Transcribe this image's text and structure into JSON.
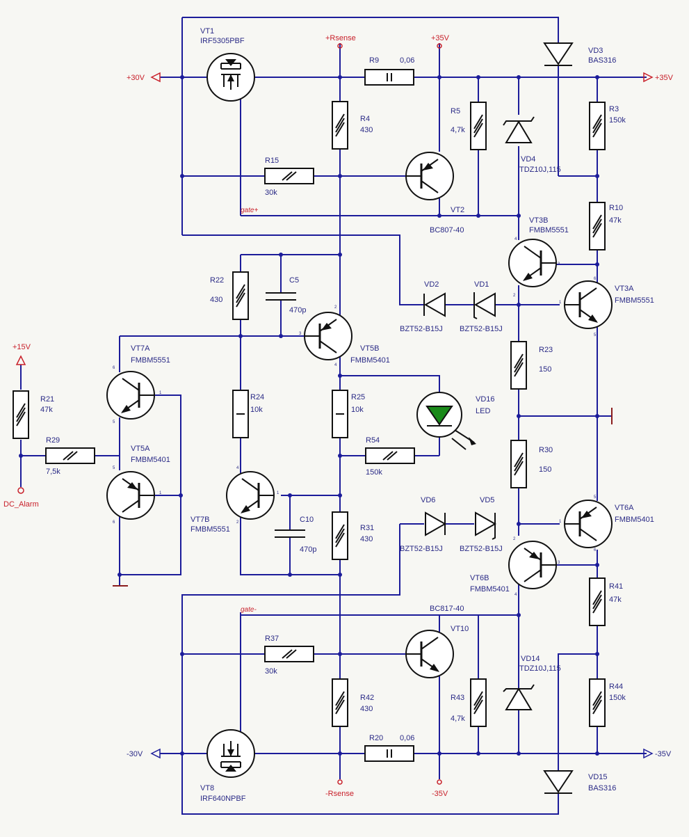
{
  "title": "",
  "power": {
    "p30": "+30V",
    "p35_right": "+35V",
    "p35_top": "+35V",
    "n30": "-30V",
    "n35_right": "-35V",
    "n35_bottom": "-35V",
    "p15": "+15V",
    "dc_alarm": "DC_Alarm",
    "rsense_p": "+Rsense",
    "rsense_n": "-Rsense"
  },
  "nets": {
    "gate_p": "gate+",
    "gate_n": "gate-"
  },
  "resistors": [
    {
      "ref": "R9",
      "value": "0,06"
    },
    {
      "ref": "R4",
      "value": "430"
    },
    {
      "ref": "R5",
      "value": "4,7k"
    },
    {
      "ref": "R3",
      "value": "150k"
    },
    {
      "ref": "R15",
      "value": "30k"
    },
    {
      "ref": "R10",
      "value": "47k"
    },
    {
      "ref": "R22",
      "value": "430"
    },
    {
      "ref": "R21",
      "value": "47k"
    },
    {
      "ref": "R29",
      "value": "7,5k"
    },
    {
      "ref": "R24",
      "value": "10k"
    },
    {
      "ref": "R25",
      "value": "10k"
    },
    {
      "ref": "R54",
      "value": "150k"
    },
    {
      "ref": "R23",
      "value": "150"
    },
    {
      "ref": "R30",
      "value": "150"
    },
    {
      "ref": "R31",
      "value": "430"
    },
    {
      "ref": "R41",
      "value": "47k"
    },
    {
      "ref": "R37",
      "value": "30k"
    },
    {
      "ref": "R42",
      "value": "430"
    },
    {
      "ref": "R43",
      "value": "4,7k"
    },
    {
      "ref": "R44",
      "value": "150k"
    },
    {
      "ref": "R20",
      "value": "0,06"
    }
  ],
  "capacitors": [
    {
      "ref": "C5",
      "value": "470p"
    },
    {
      "ref": "C10",
      "value": "470p"
    }
  ],
  "transistors": [
    {
      "ref": "VT1",
      "part": "IRF5305PBF"
    },
    {
      "ref": "VT2",
      "part": "BC807-40"
    },
    {
      "ref": "VT3B",
      "part": "FMBM5551"
    },
    {
      "ref": "VT3A",
      "part": "FMBM5551"
    },
    {
      "ref": "VT5B",
      "part": "FMBM5401"
    },
    {
      "ref": "VT7A",
      "part": "FMBM5551"
    },
    {
      "ref": "VT5A",
      "part": "FMBM5401"
    },
    {
      "ref": "VT7B",
      "part": "FMBM5551"
    },
    {
      "ref": "VT6A",
      "part": "FMBM5401"
    },
    {
      "ref": "VT6B",
      "part": "FMBM5401"
    },
    {
      "ref": "VT10",
      "part": "BC817-40"
    },
    {
      "ref": "VT8",
      "part": "IRF640NPBF"
    }
  ],
  "diodes": [
    {
      "ref": "VD3",
      "part": "BAS316"
    },
    {
      "ref": "VD4",
      "part": "TDZ10J,115"
    },
    {
      "ref": "VD2",
      "part": "BZT52-B15J"
    },
    {
      "ref": "VD1",
      "part": "BZT52-B15J"
    },
    {
      "ref": "VD16",
      "part": "LED"
    },
    {
      "ref": "VD6",
      "part": "BZT52-B15J"
    },
    {
      "ref": "VD5",
      "part": "BZT52-B15J"
    },
    {
      "ref": "VD14",
      "part": "TDZ10J,115"
    },
    {
      "ref": "VD15",
      "part": "BAS316"
    }
  ],
  "pins": [
    "1",
    "2",
    "3",
    "4",
    "5",
    "6"
  ],
  "colors": {
    "wire": "#1c1c9a",
    "label": "#2a2a86",
    "power": "#c8202a",
    "led": "#1a8a1a",
    "background": "#f7f7f3"
  }
}
